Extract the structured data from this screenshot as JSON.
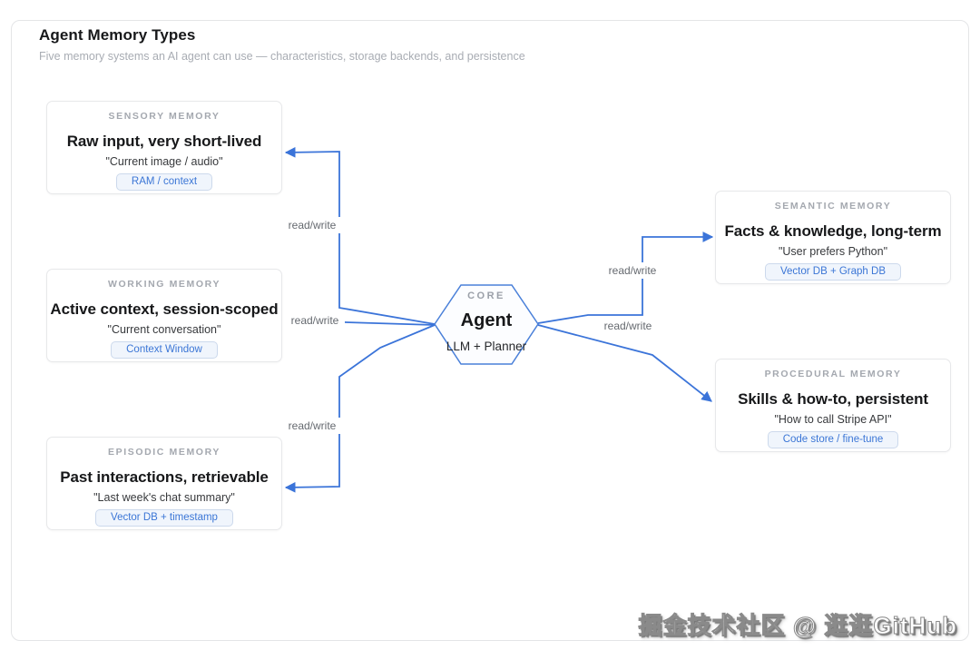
{
  "header": {
    "title": "Agent Memory Types",
    "subtitle": "Five memory systems an AI agent can use — characteristics, storage backends, and persistence"
  },
  "nodes": [
    {
      "label": "SENSORY MEMORY",
      "title": "Raw input, very short-lived",
      "quote": "\"Current image / audio\"",
      "badge": "RAM / context"
    },
    {
      "label": "WORKING MEMORY",
      "title": "Active context, session-scoped",
      "quote": "\"Current conversation\"",
      "badge": "Context Window"
    },
    {
      "label": "EPISODIC MEMORY",
      "title": "Past interactions, retrievable",
      "quote": "\"Last week's chat summary\"",
      "badge": "Vector DB + timestamp"
    },
    {
      "label": "SEMANTIC MEMORY",
      "title": "Facts & knowledge, long-term",
      "quote": "\"User prefers Python\"",
      "badge": "Vector DB + Graph DB"
    },
    {
      "label": "PROCEDURAL MEMORY",
      "title": "Skills & how-to, persistent",
      "quote": "\"How to call Stripe API\"",
      "badge": "Code store / fine-tune"
    }
  ],
  "core": {
    "label": "CORE",
    "title": "Agent",
    "subtitle": "LLM + Planner"
  },
  "edges": {
    "sensory": "read/write",
    "working": "read/write",
    "episodic": "read/write",
    "semantic": "read/write",
    "procedural": "read/write"
  },
  "watermark": "掘金技术社区 @ 逛逛GitHub",
  "colors": {
    "connector": "#3b74d9",
    "badge_text": "#3b76d6",
    "hexagon_stroke": "#4a80d9"
  }
}
